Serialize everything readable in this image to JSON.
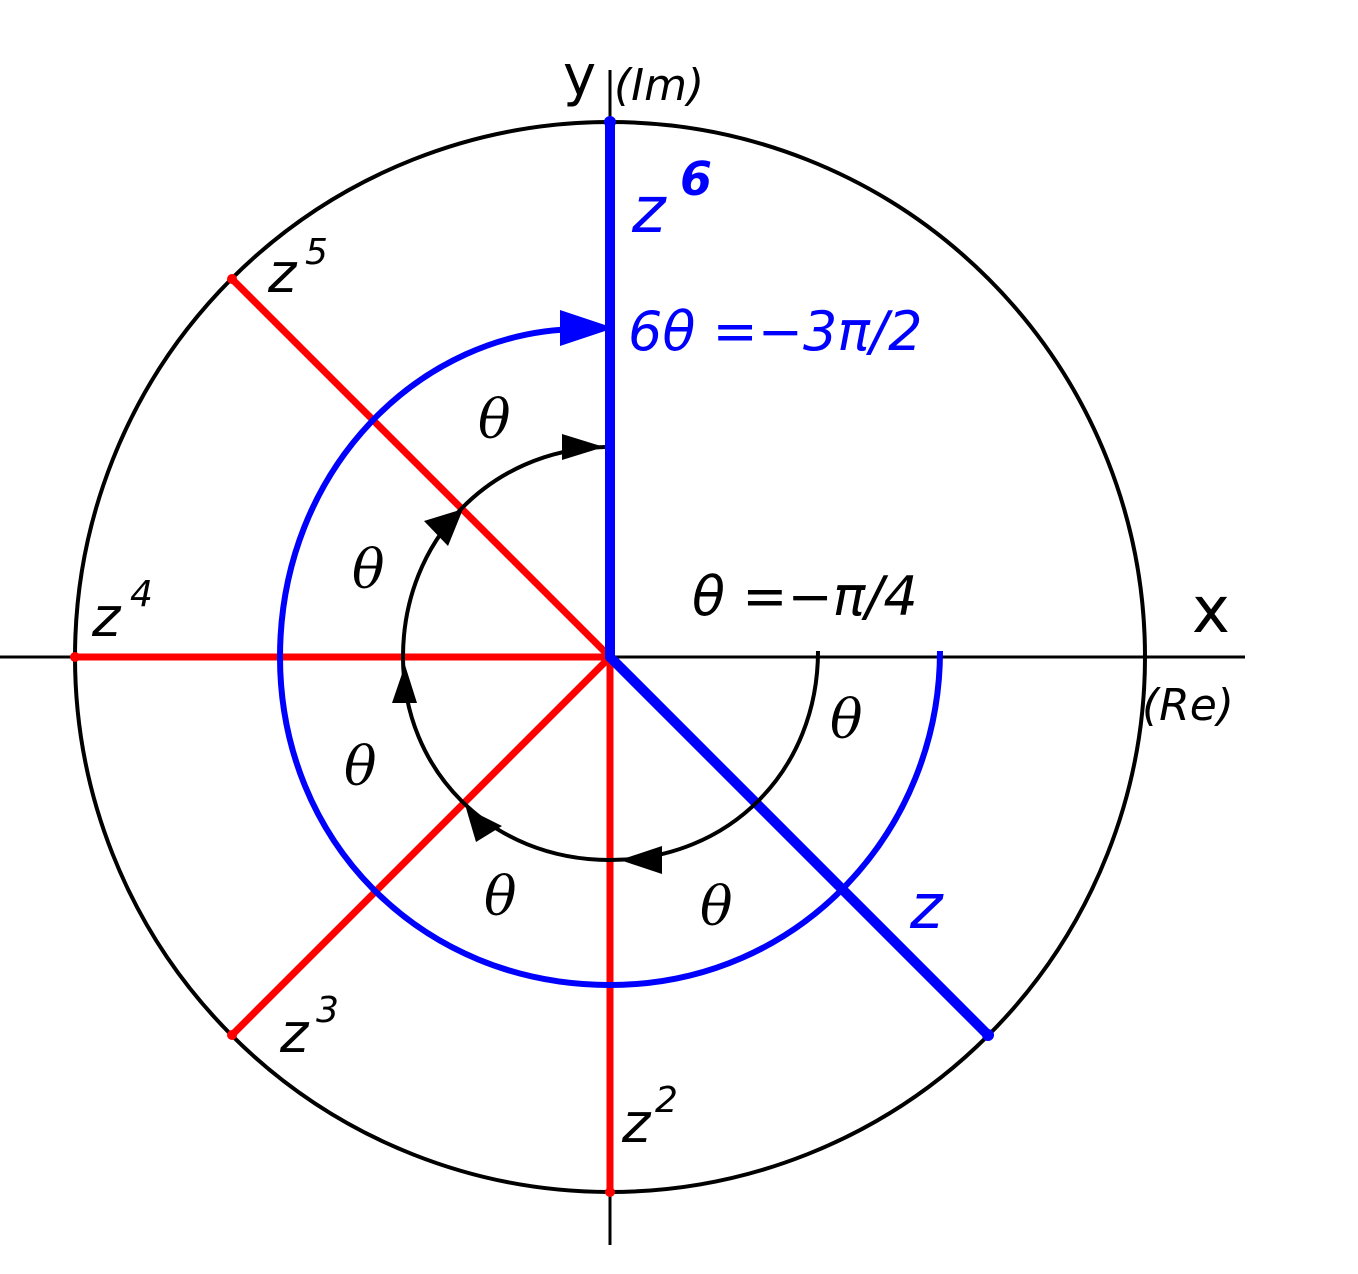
{
  "axes": {
    "x_label": "x",
    "x_sublabel": "(Re)",
    "y_label": "y",
    "y_sublabel": "(Im)"
  },
  "powers": {
    "z": "z",
    "z2_base": "z",
    "z2_exp": "2",
    "z3_base": "z",
    "z3_exp": "3",
    "z4_base": "z",
    "z4_exp": "4",
    "z5_base": "z",
    "z5_exp": "5",
    "z6_base": "z",
    "z6_exp": "6"
  },
  "angles": {
    "theta": "θ",
    "theta_value": "θ =−π/4",
    "six_theta_value": "6θ =−3π/2"
  },
  "colors": {
    "unit_circle": "#000000",
    "power_rays": "#ff0000",
    "z_ray": "#0000ff",
    "z6_ray": "#0000ff",
    "spiral_arc": "#0000ff",
    "inner_arc": "#000000"
  }
}
